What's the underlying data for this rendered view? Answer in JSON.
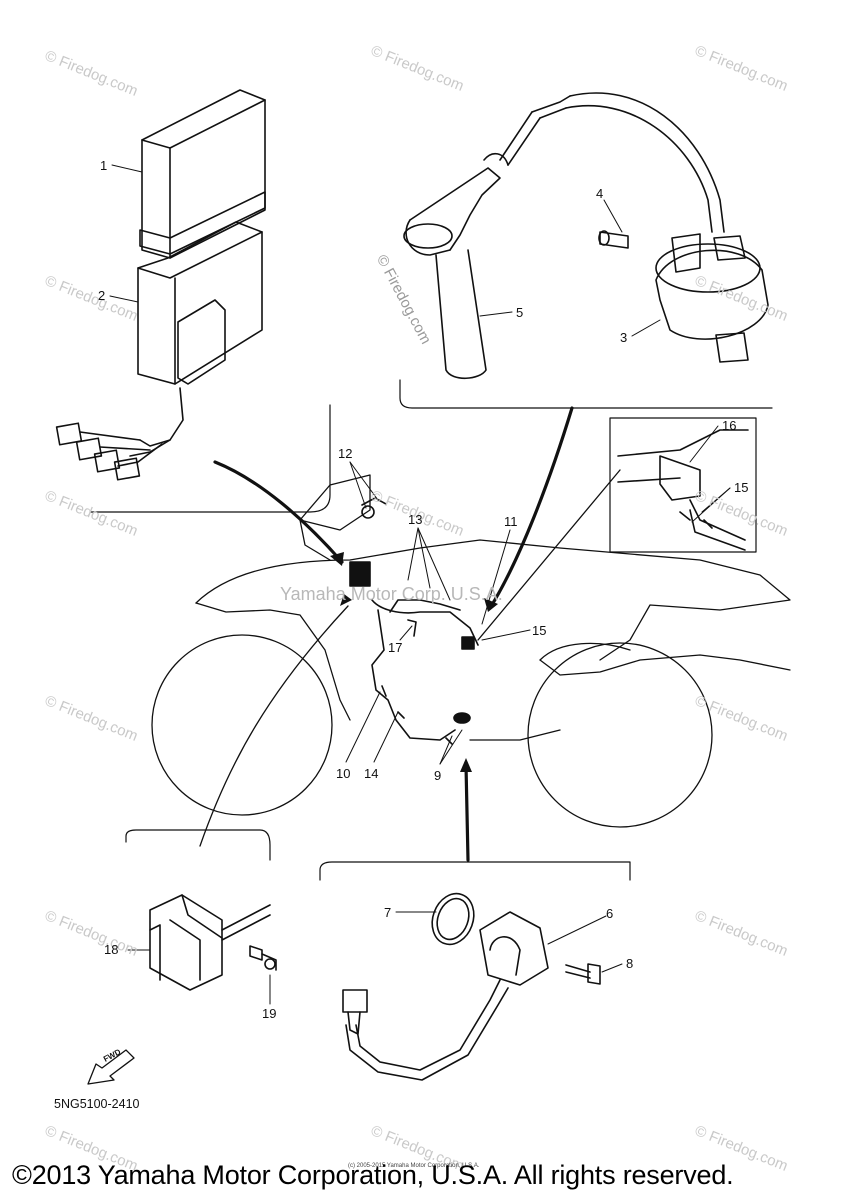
{
  "watermark": {
    "text": "© Firedog.com",
    "center_text": "Yamaha Motor Corp. U.S.A."
  },
  "diagram": {
    "code": "5NG5100-2410",
    "fwd_label": "FWD",
    "callouts": [
      "1",
      "2",
      "3",
      "4",
      "5",
      "6",
      "7",
      "8",
      "9",
      "10",
      "11",
      "12",
      "13",
      "14",
      "15",
      "16",
      "15",
      "17",
      "18",
      "19"
    ],
    "small_copyright": "(c) 2005-2015 Yamaha Motor Corporation, U.S.A.",
    "copyright": "©2013 Yamaha Motor Corporation, U.S.A. All rights reserved."
  },
  "colors": {
    "line": "#111111",
    "watermark": "#c9c9c9",
    "silhouette": "#222222"
  }
}
